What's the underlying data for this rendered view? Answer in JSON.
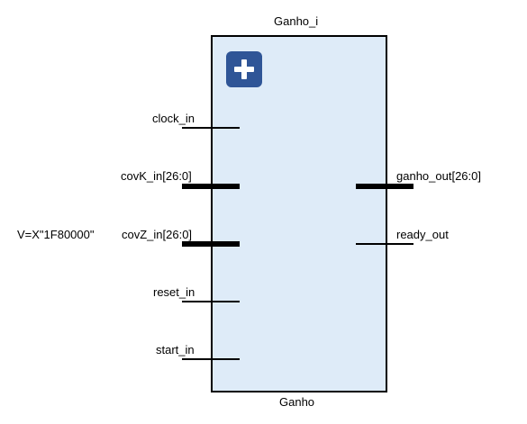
{
  "instance_name": "Ganho_i",
  "module_name": "Ganho",
  "expand_icon": "plus-icon",
  "colors": {
    "block_fill": "#deebf8",
    "expand_button": "#2f5597",
    "wire": "#000000"
  },
  "inputs": [
    {
      "name": "clock_in",
      "bus": false
    },
    {
      "name": "covK_in[26:0]",
      "bus": true
    },
    {
      "name": "covZ_in[26:0]",
      "bus": true,
      "constant": "V=X\"1F80000\""
    },
    {
      "name": "reset_in",
      "bus": false
    },
    {
      "name": "start_in",
      "bus": false
    }
  ],
  "outputs": [
    {
      "name": "ganho_out[26:0]",
      "bus": true
    },
    {
      "name": "ready_out",
      "bus": false
    }
  ]
}
